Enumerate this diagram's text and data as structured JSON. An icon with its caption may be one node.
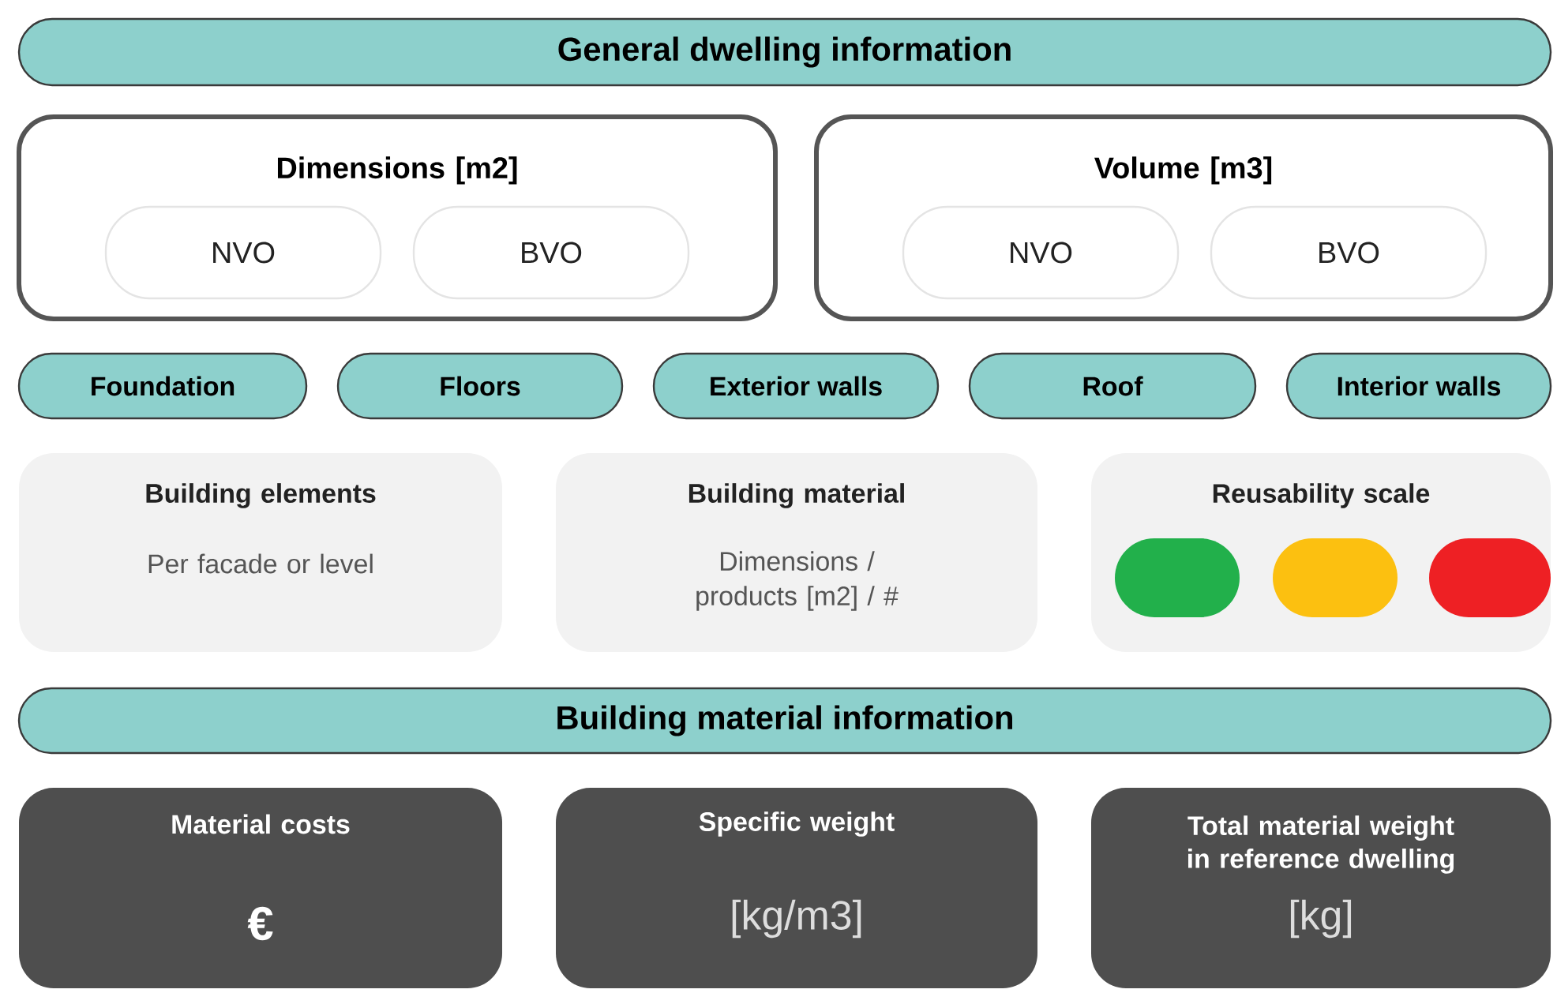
{
  "diagram": {
    "nodes": [
      {
        "text": [
          "General dwelling information"
        ]
      },
      {
        "text": [
          "Dimensions [m2]"
        ]
      },
      {
        "text": [
          "NVO"
        ],
        "in": 1
      },
      {
        "text": [
          "BVO"
        ],
        "in": 1
      },
      {
        "text": [
          "Volume [m3]"
        ]
      },
      {
        "text": [
          "NVO"
        ],
        "in": 4
      },
      {
        "text": [
          "BVO"
        ],
        "in": 4
      },
      {
        "text": [
          "Foundation"
        ]
      },
      {
        "text": [
          "Floors"
        ]
      },
      {
        "text": [
          "Exterior walls"
        ]
      },
      {
        "text": [
          "Roof"
        ]
      },
      {
        "text": [
          "Interior walls"
        ]
      },
      {
        "text": [
          "Building elements",
          "Per facade or level"
        ]
      },
      {
        "text": [
          "Building material",
          "Dimensions / products [m2] / #"
        ]
      },
      {
        "text": [
          "Reusability scale"
        ]
      },
      {
        "text": [],
        "shape": "box",
        "in": 14
      },
      {
        "text": [],
        "shape": "box",
        "in": 14
      },
      {
        "text": [],
        "shape": "box",
        "in": 14
      },
      {
        "text": [
          "Building material information"
        ]
      },
      {
        "text": [
          "Material costs",
          "€"
        ]
      },
      {
        "text": [
          "Specific weight",
          "[kg/m3]"
        ]
      },
      {
        "text": [
          "Total material weight in reference dwelling",
          "[kg]"
        ]
      }
    ]
  }
}
